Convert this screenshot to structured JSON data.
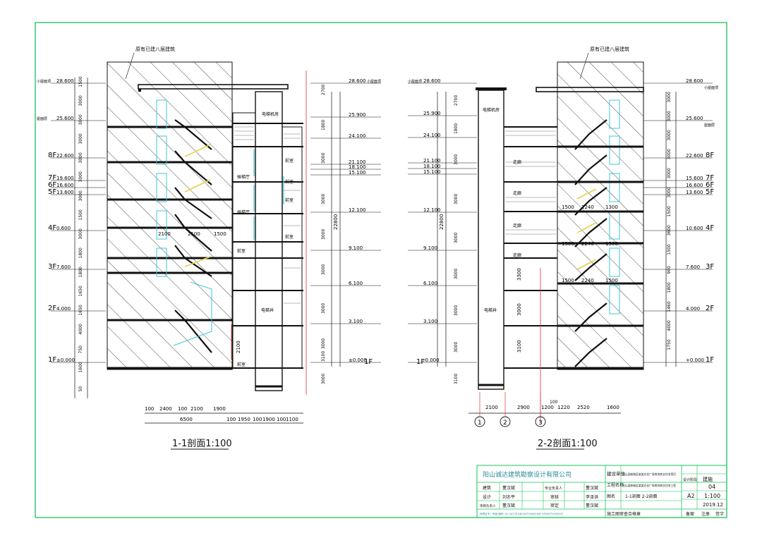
{
  "drawing": {
    "notes": {
      "existing_left": "原有已建八层建筑",
      "existing_right": "原有已建八层建筑",
      "roof_left": "小屋面顶",
      "roof_right": "小屋面顶",
      "room_left": "屋面层",
      "room_right": "屋面层"
    },
    "left_section": {
      "title": "1-1剖面1:100",
      "left_levels": [
        {
          "tag": "",
          "value": "28.600",
          "note": "小屋面顶"
        },
        {
          "tag": "",
          "value": "25.600",
          "note": "屋面层"
        },
        {
          "tag": "8F",
          "value": "22.600",
          "note": ""
        },
        {
          "tag": "7F",
          "value": "19.600",
          "note": ""
        },
        {
          "tag": "6F",
          "value": "16.600",
          "note": ""
        },
        {
          "tag": "5F",
          "value": "13.600",
          "note": ""
        },
        {
          "tag": "4F",
          "value": "0.600",
          "note": ""
        },
        {
          "tag": "3F",
          "value": "7.600",
          "note": ""
        },
        {
          "tag": "2F",
          "value": "4.000",
          "note": ""
        },
        {
          "tag": "1F",
          "value": "±0.000",
          "note": ""
        }
      ],
      "left_dims": [
        "1500",
        "3000",
        "3000",
        "3000",
        "3000",
        "3000",
        "3000",
        "1500",
        "3000",
        "1800",
        "1800",
        "1650",
        "1650",
        "4000",
        "750",
        "1600",
        "50"
      ],
      "right_levels": [
        "28.600",
        "25.900",
        "24.100",
        "21.100",
        "18.100",
        "15.100",
        "12.100",
        "9.100",
        "6.100",
        "3.100",
        "±0.000"
      ],
      "right_level_note": "小屋面顶",
      "right_floor_tag": "1F",
      "right_dims": [
        "2700",
        "1800",
        "3000",
        "3000",
        "3000",
        "3000",
        "3000",
        "3000",
        "3000",
        "3100"
      ],
      "total_dim": "22800",
      "room_labels": [
        "电梯机房",
        "前室",
        "候梯厅",
        "候梯厅",
        "前室",
        "电梯井",
        "前室",
        "前室",
        "前室",
        "前室"
      ],
      "inner_dims": [
        "2100",
        "2100",
        "1500",
        "2100"
      ],
      "bottom_dims_row1": [
        "100",
        "2400",
        "100",
        "2100",
        "1900"
      ],
      "bottom_dims_row2": [
        "6500",
        "100",
        "1950",
        "100",
        "1900",
        "100",
        "1100"
      ]
    },
    "right_section": {
      "title": "2-2剖面1:100",
      "left_levels": [
        "28.600",
        "25.900",
        "24.100",
        "21.100",
        "18.100",
        "15.100",
        "12.100",
        "9.100",
        "6.100",
        "3.100",
        "-0.000"
      ],
      "left_level_note": "小屋面顶",
      "left_floor_tag": "1F",
      "left_dims": [
        "2700",
        "1800",
        "3000",
        "3000",
        "3000",
        "3000",
        "3000",
        "3000",
        "3100"
      ],
      "total_dim": "22800",
      "right_levels": [
        {
          "tag": "",
          "value": "28.600",
          "note": "小屋面顶"
        },
        {
          "tag": "",
          "value": "25.600",
          "note": "屋面层"
        },
        {
          "tag": "8F",
          "value": "22.600",
          "note": ""
        },
        {
          "tag": "7F",
          "value": "15.600",
          "note": ""
        },
        {
          "tag": "6F",
          "value": "16.600",
          "note": ""
        },
        {
          "tag": "5F",
          "value": "13.600",
          "note": ""
        },
        {
          "tag": "4F",
          "value": "10.600",
          "note": ""
        },
        {
          "tag": "3F",
          "value": "7.600",
          "note": ""
        },
        {
          "tag": "2F",
          "value": "4.000",
          "note": ""
        },
        {
          "tag": "1F",
          "value": "+0.000",
          "note": ""
        }
      ],
      "right_dims": [
        "3000",
        "3000",
        "3000",
        "3000",
        "3000",
        "3000",
        "1500",
        "3600",
        "1500",
        "900",
        "1800",
        "1460",
        "4000",
        "1750"
      ],
      "room_labels": [
        "电梯机房",
        "走廊",
        "走廊",
        "走廊",
        "走廊",
        "电梯井"
      ],
      "inner_dims": [
        "1500",
        "2240",
        "1300",
        "1500",
        "2240",
        "1500",
        "1500",
        "2240",
        "1500"
      ],
      "vertical_inner": [
        "3300",
        "3000",
        "3100"
      ],
      "bottom_dims": [
        "2100",
        "2900",
        "1200",
        "1220",
        "2520",
        "1600"
      ],
      "small_dim": "100",
      "axes": [
        "1",
        "2",
        "3"
      ]
    },
    "title_block": {
      "company": "阳山诚达建筑勘察设计有限公司",
      "unit_label": "建设单位",
      "unit_value": "阳山县新城区某某文化广场地块商业住宅项目",
      "project_label": "工程名称",
      "project_value": "阳山县新城区某某文化广场地块商业住宅工程",
      "drawing_name": "1-1剖面  2-2剖面",
      "role_rows": [
        {
          "role": "建筑",
          "name": "董汉斌",
          "role2": "专业负责人",
          "name2": "董汉斌"
        },
        {
          "role": "设计",
          "name": "刘亦平",
          "role2": "审核",
          "name2": "李泽洪"
        },
        {
          "role": "项目负责人",
          "name": "董汉斌",
          "role2": "审定",
          "name2": "董汉斌"
        }
      ],
      "drawing_label": "图名",
      "stage_label": "设计阶段",
      "stage_value": "建施",
      "sheet_no": "04",
      "size": "A2",
      "scale": "1:100",
      "date": "2019.12",
      "cert_text": "资质证书：甲级 编号: A1 44178 ABCDEFGHIJKLMN OPQRSTUVWXYZ",
      "stamp_label": "施工图审查合格章",
      "signoff": [
        "备案",
        "注册",
        "签字"
      ]
    }
  }
}
